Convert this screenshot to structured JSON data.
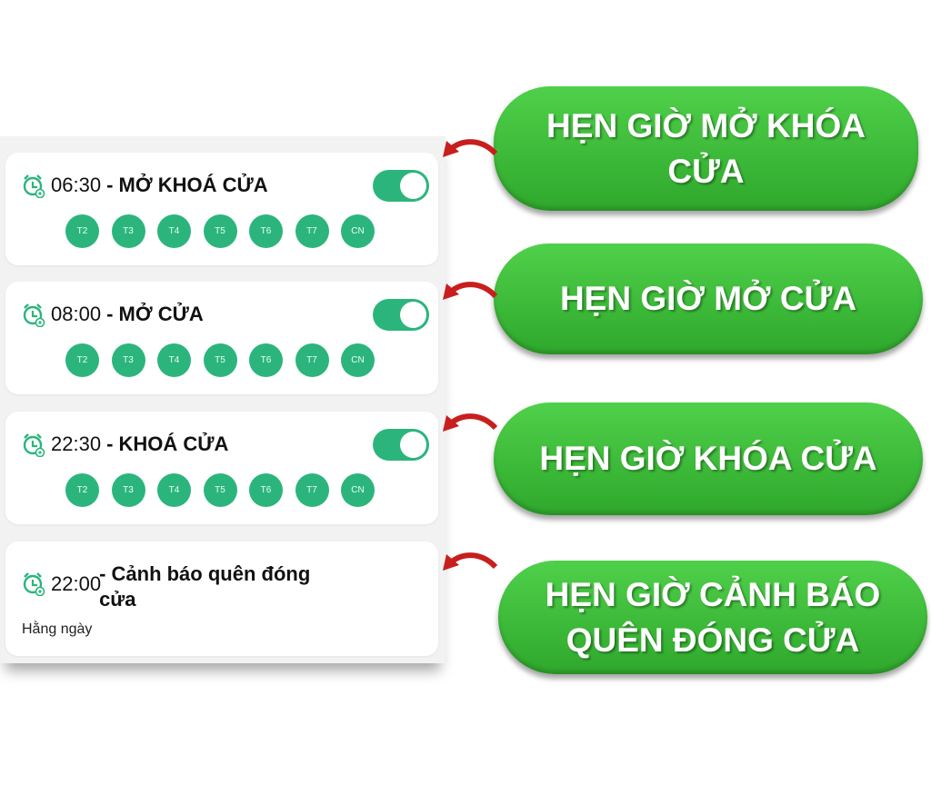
{
  "schedules": [
    {
      "time": "06:30",
      "title": "- MỞ KHOÁ CỬA",
      "enabled": true,
      "days": [
        "T2",
        "T3",
        "T4",
        "T5",
        "T6",
        "T7",
        "CN"
      ]
    },
    {
      "time": "08:00",
      "title": "- MỞ CỬA",
      "enabled": true,
      "days": [
        "T2",
        "T3",
        "T4",
        "T5",
        "T6",
        "T7",
        "CN"
      ]
    },
    {
      "time": "22:30",
      "title": "- KHOÁ CỬA",
      "enabled": true,
      "days": [
        "T2",
        "T3",
        "T4",
        "T5",
        "T6",
        "T7",
        "CN"
      ]
    },
    {
      "time": "22:00",
      "title": "- Cảnh báo quên đóng cửa",
      "repeat": "Hằng ngày"
    }
  ],
  "callouts": [
    "HẸN GIỜ MỞ KHÓA CỬA",
    "HẸN GIỜ MỞ CỬA",
    "HẸN GIỜ KHÓA CỬA",
    "HẸN GIỜ CẢNH BÁO QUÊN ĐÓNG CỬA"
  ],
  "colors": {
    "accent": "#2bb57c",
    "callout": "#3fbf3a",
    "arrow": "#c81e1e"
  }
}
